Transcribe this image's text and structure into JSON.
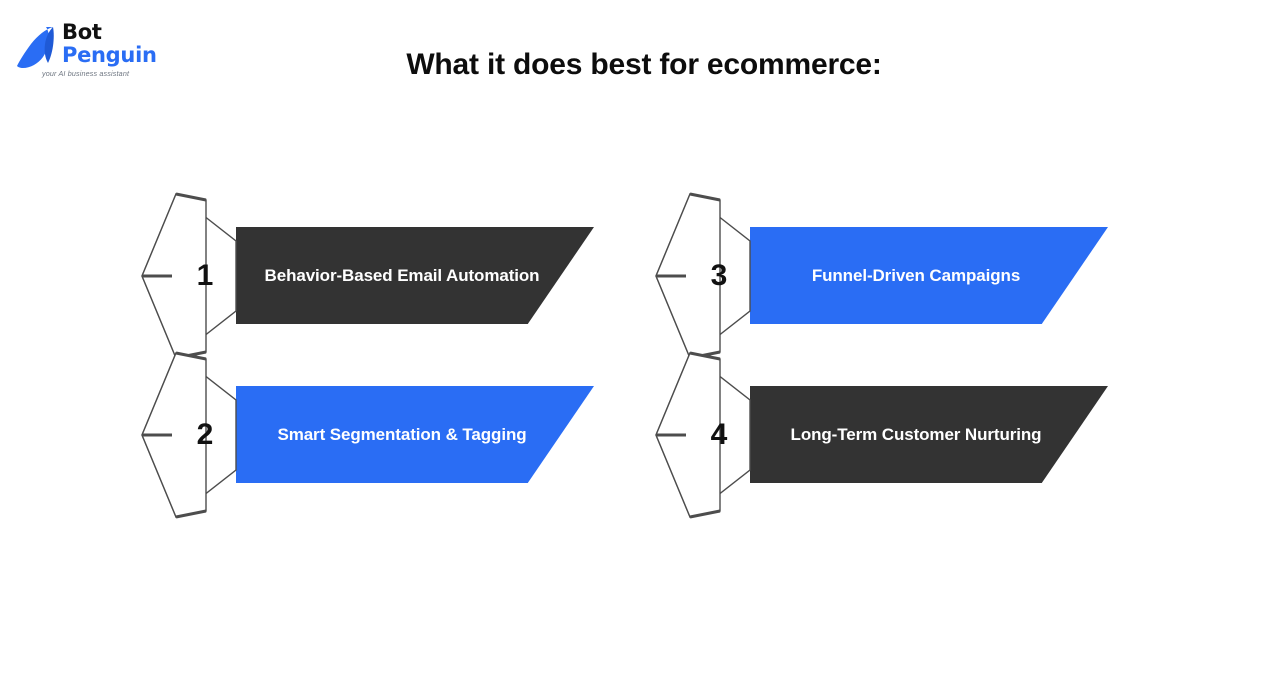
{
  "logo": {
    "icon": "penguin-icon",
    "word_one": "Bot",
    "word_two": "Penguin",
    "tagline": "your AI business assistant",
    "brand_blue": "#2a6df4",
    "brand_black": "#111111"
  },
  "header": {
    "title": "What it does best for ecommerce:"
  },
  "colors": {
    "dark": "#333333",
    "blue": "#2a6df4",
    "outline": "#4d4d4d",
    "background": "#ffffff",
    "label_text": "#ffffff"
  },
  "items": [
    {
      "number": "1",
      "label": "Behavior-Based Email Automation",
      "theme": "dark",
      "column": "left",
      "row": "top"
    },
    {
      "number": "2",
      "label": "Smart Segmentation & Tagging",
      "theme": "blue",
      "column": "left",
      "row": "bottom"
    },
    {
      "number": "3",
      "label": "Funnel-Driven Campaigns",
      "theme": "blue",
      "column": "right",
      "row": "top"
    },
    {
      "number": "4",
      "label": "Long-Term Customer Nurturing",
      "theme": "dark",
      "column": "right",
      "row": "bottom"
    }
  ]
}
